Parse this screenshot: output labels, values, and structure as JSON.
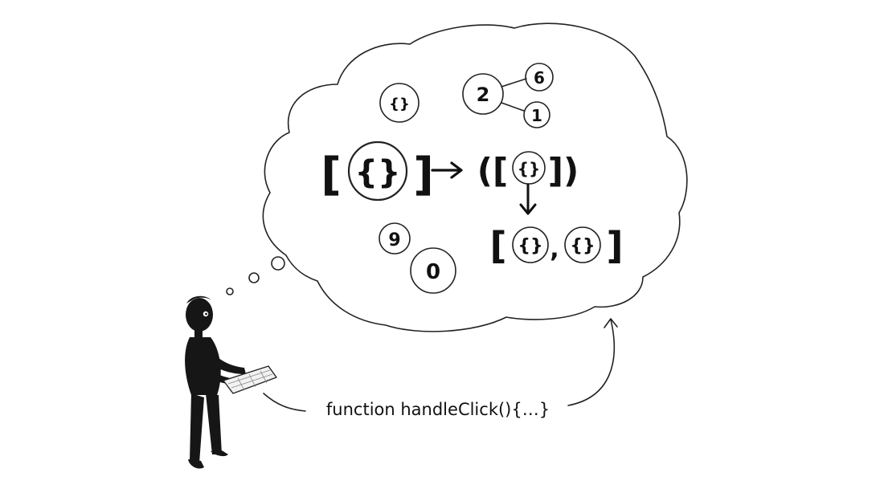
{
  "thought": {
    "small_nodes": {
      "object_node": "{}",
      "number_two": "2",
      "number_six": "6",
      "number_one": "1",
      "number_nine": "9",
      "number_zero": "0"
    },
    "main_row": {
      "left_bracket": "[",
      "object_big": "{}",
      "right_bracket": "]",
      "call_open": "([",
      "object_in_call": "{}",
      "call_close": "])"
    },
    "result_row": {
      "left_bracket": "[",
      "object_a": "{}",
      "comma": ",",
      "object_b": "{}",
      "right_bracket": "]"
    }
  },
  "code_label": "function handleClick(){…}",
  "colors": {
    "ink": "#111111",
    "line": "#222222",
    "paper": "#ffffff",
    "keyboard": "#f2f2f2"
  }
}
